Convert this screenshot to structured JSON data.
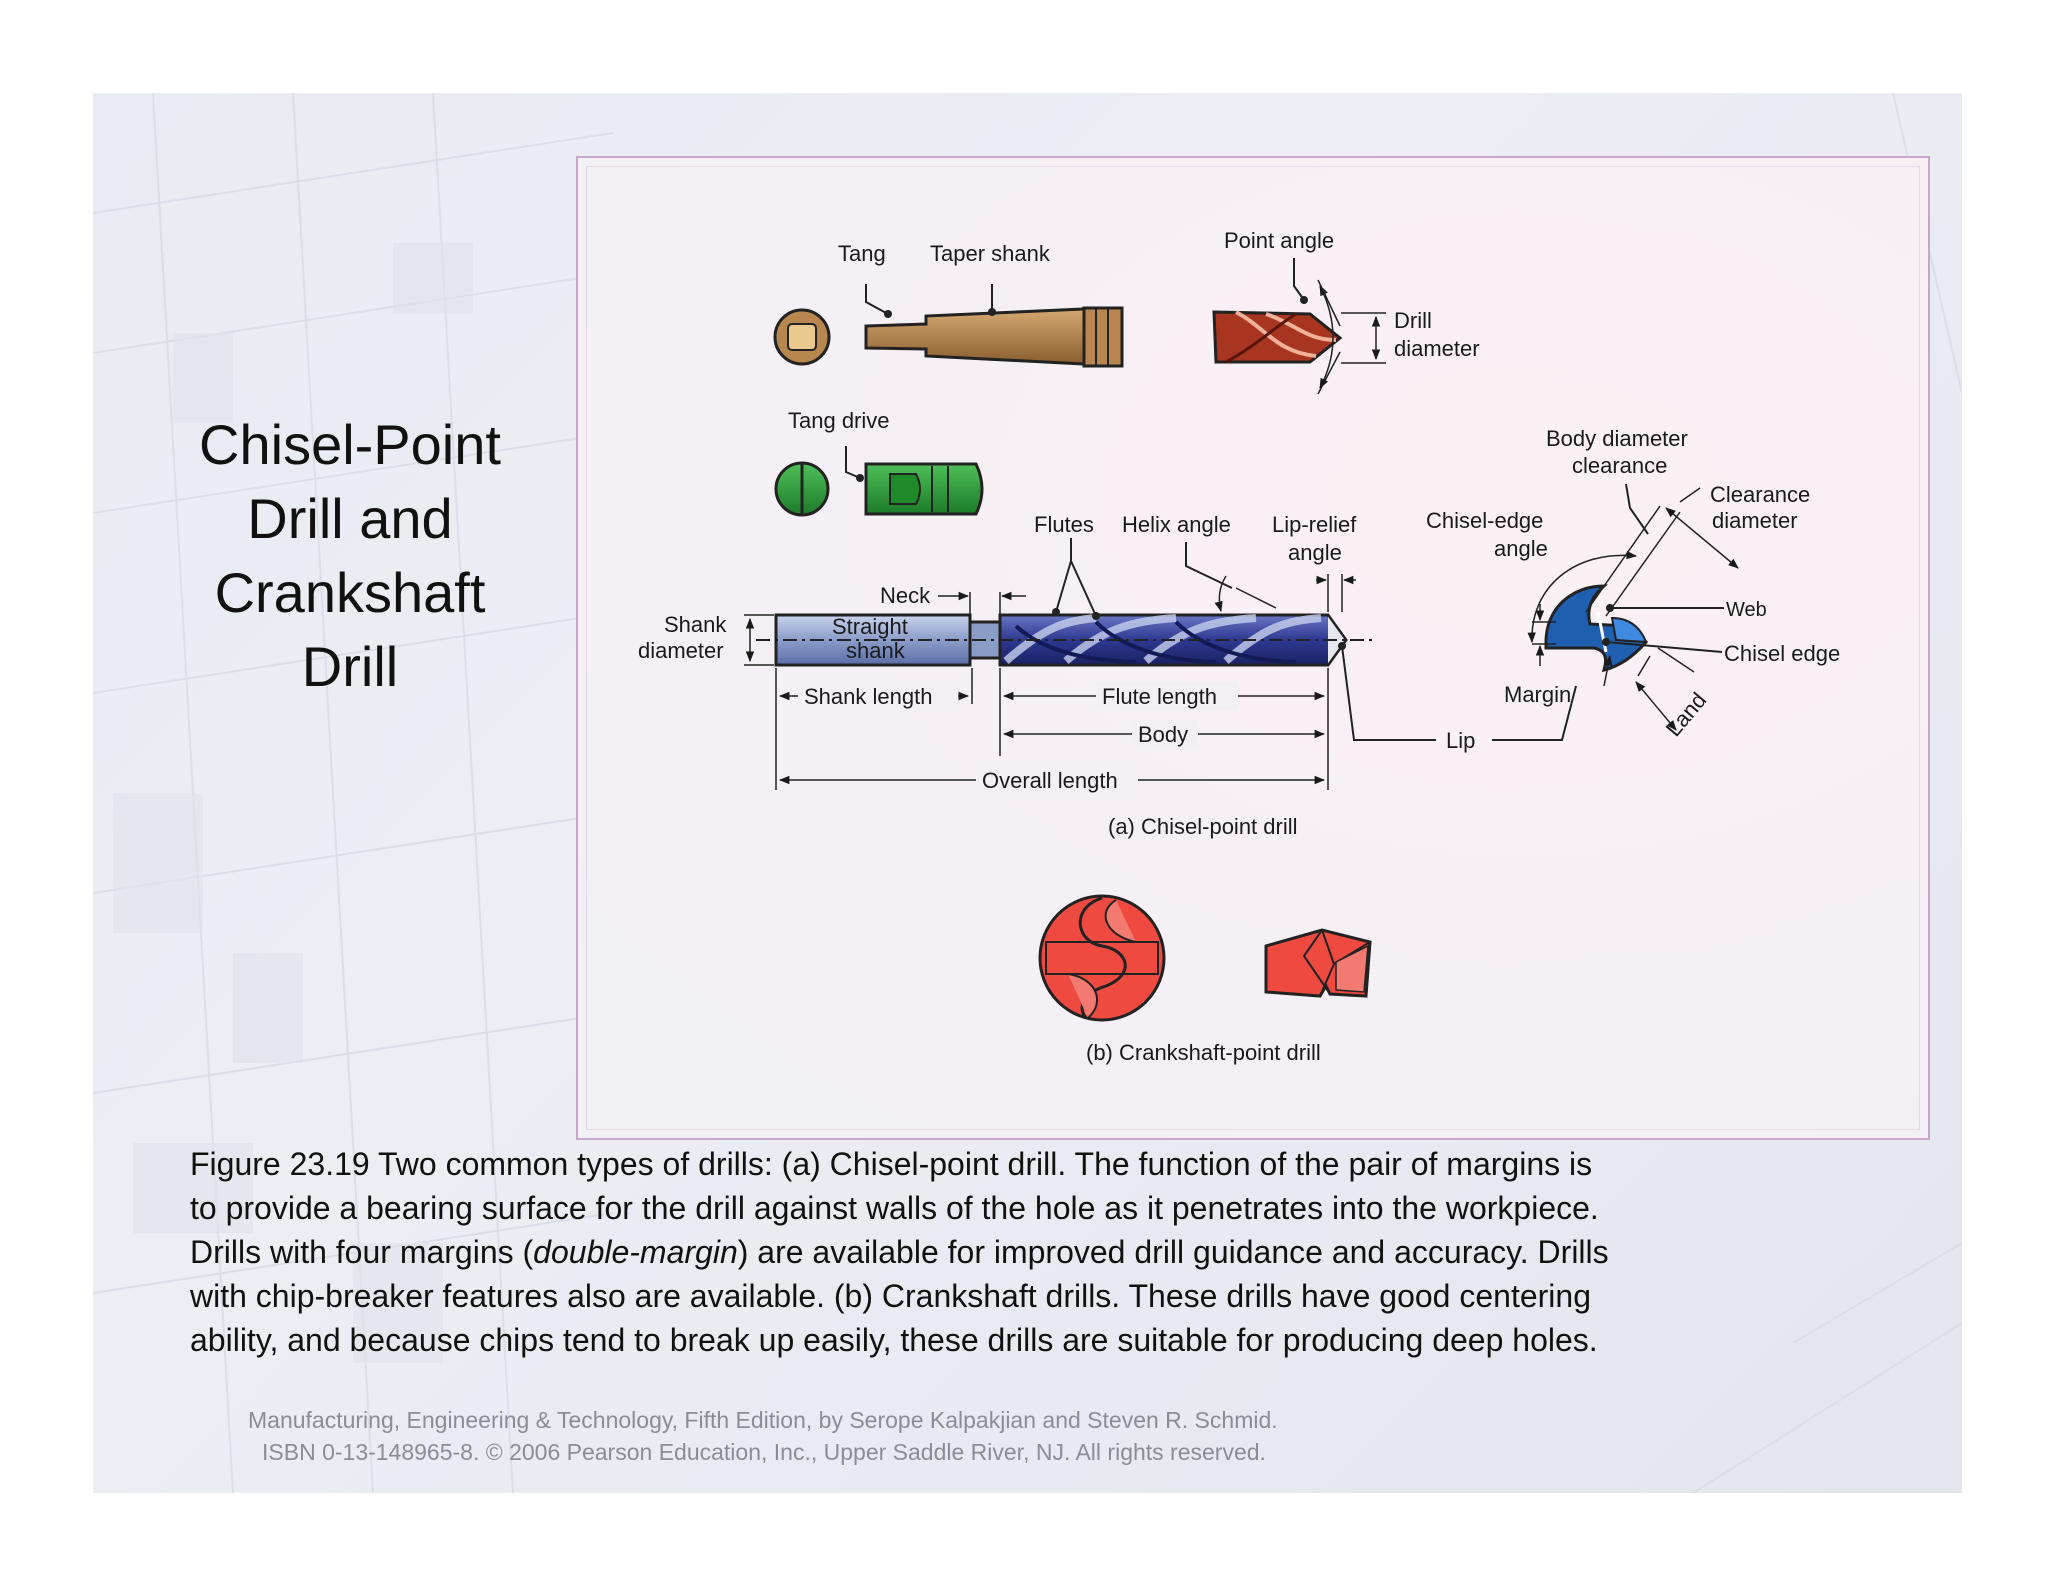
{
  "slide": {
    "title_lines": [
      "Chisel-Point",
      "Drill and",
      "Crankshaft",
      "Drill"
    ]
  },
  "diagram": {
    "labels": {
      "tang": "Tang",
      "taper_shank": "Taper shank",
      "point_angle": "Point angle",
      "drill_diameter_1": "Drill",
      "drill_diameter_2": "diameter",
      "tang_drive": "Tang drive",
      "body_diameter_clearance_1": "Body diameter",
      "body_diameter_clearance_2": "clearance",
      "clearance_diameter_1": "Clearance",
      "clearance_diameter_2": "diameter",
      "flutes": "Flutes",
      "helix_angle": "Helix angle",
      "lip_relief_angle_1": "Lip-relief",
      "lip_relief_angle_2": "angle",
      "chisel_edge_angle_1": "Chisel-edge",
      "chisel_edge_angle_2": "angle",
      "neck": "Neck",
      "shank_diameter_1": "Shank",
      "shank_diameter_2": "diameter",
      "straight_shank_1": "Straight",
      "straight_shank_2": "shank",
      "web": "Web",
      "chisel_edge": "Chisel edge",
      "margin": "Margin",
      "land": "Land",
      "shank_length": "Shank length",
      "flute_length": "Flute length",
      "body": "Body",
      "lip": "Lip",
      "overall_length": "Overall length",
      "caption_a": "(a) Chisel-point drill",
      "caption_b": "(b) Crankshaft-point drill"
    }
  },
  "caption": {
    "line1": "Figure 23.19  Two common types of drills:  (a)  Chisel-point drill.  The function of the pair of margins is",
    "line2": "to provide a bearing surface for the drill against walls of the hole as it penetrates into the workpiece.",
    "line3_pre": "Drills with four margins (",
    "line3_em": "double-margin",
    "line3_post": ") are available for improved drill guidance and accuracy.  Drills",
    "line4": "with chip-breaker features also are available.  (b)  Crankshaft drills.  These drills have good centering",
    "line5": "ability, and because chips tend to break up easily, these drills are suitable for producing deep holes."
  },
  "credit": {
    "line1": "Manufacturing, Engineering & Technology, Fifth Edition, by Serope Kalpakjian and Steven R. Schmid.",
    "line2": "ISBN 0-13-148965-8. © 2006 Pearson Education, Inc., Upper Saddle River, NJ.  All rights reserved."
  },
  "colors": {
    "taper_shank": "#b8874f",
    "tang_drive": "#2e9a3a",
    "drill_point": "#a8351f",
    "drill_body": "#3f4aa0",
    "shank": "#8a9cc8",
    "chisel_end_view": "#1f5fb0",
    "crankshaft": "#ee4a40"
  }
}
